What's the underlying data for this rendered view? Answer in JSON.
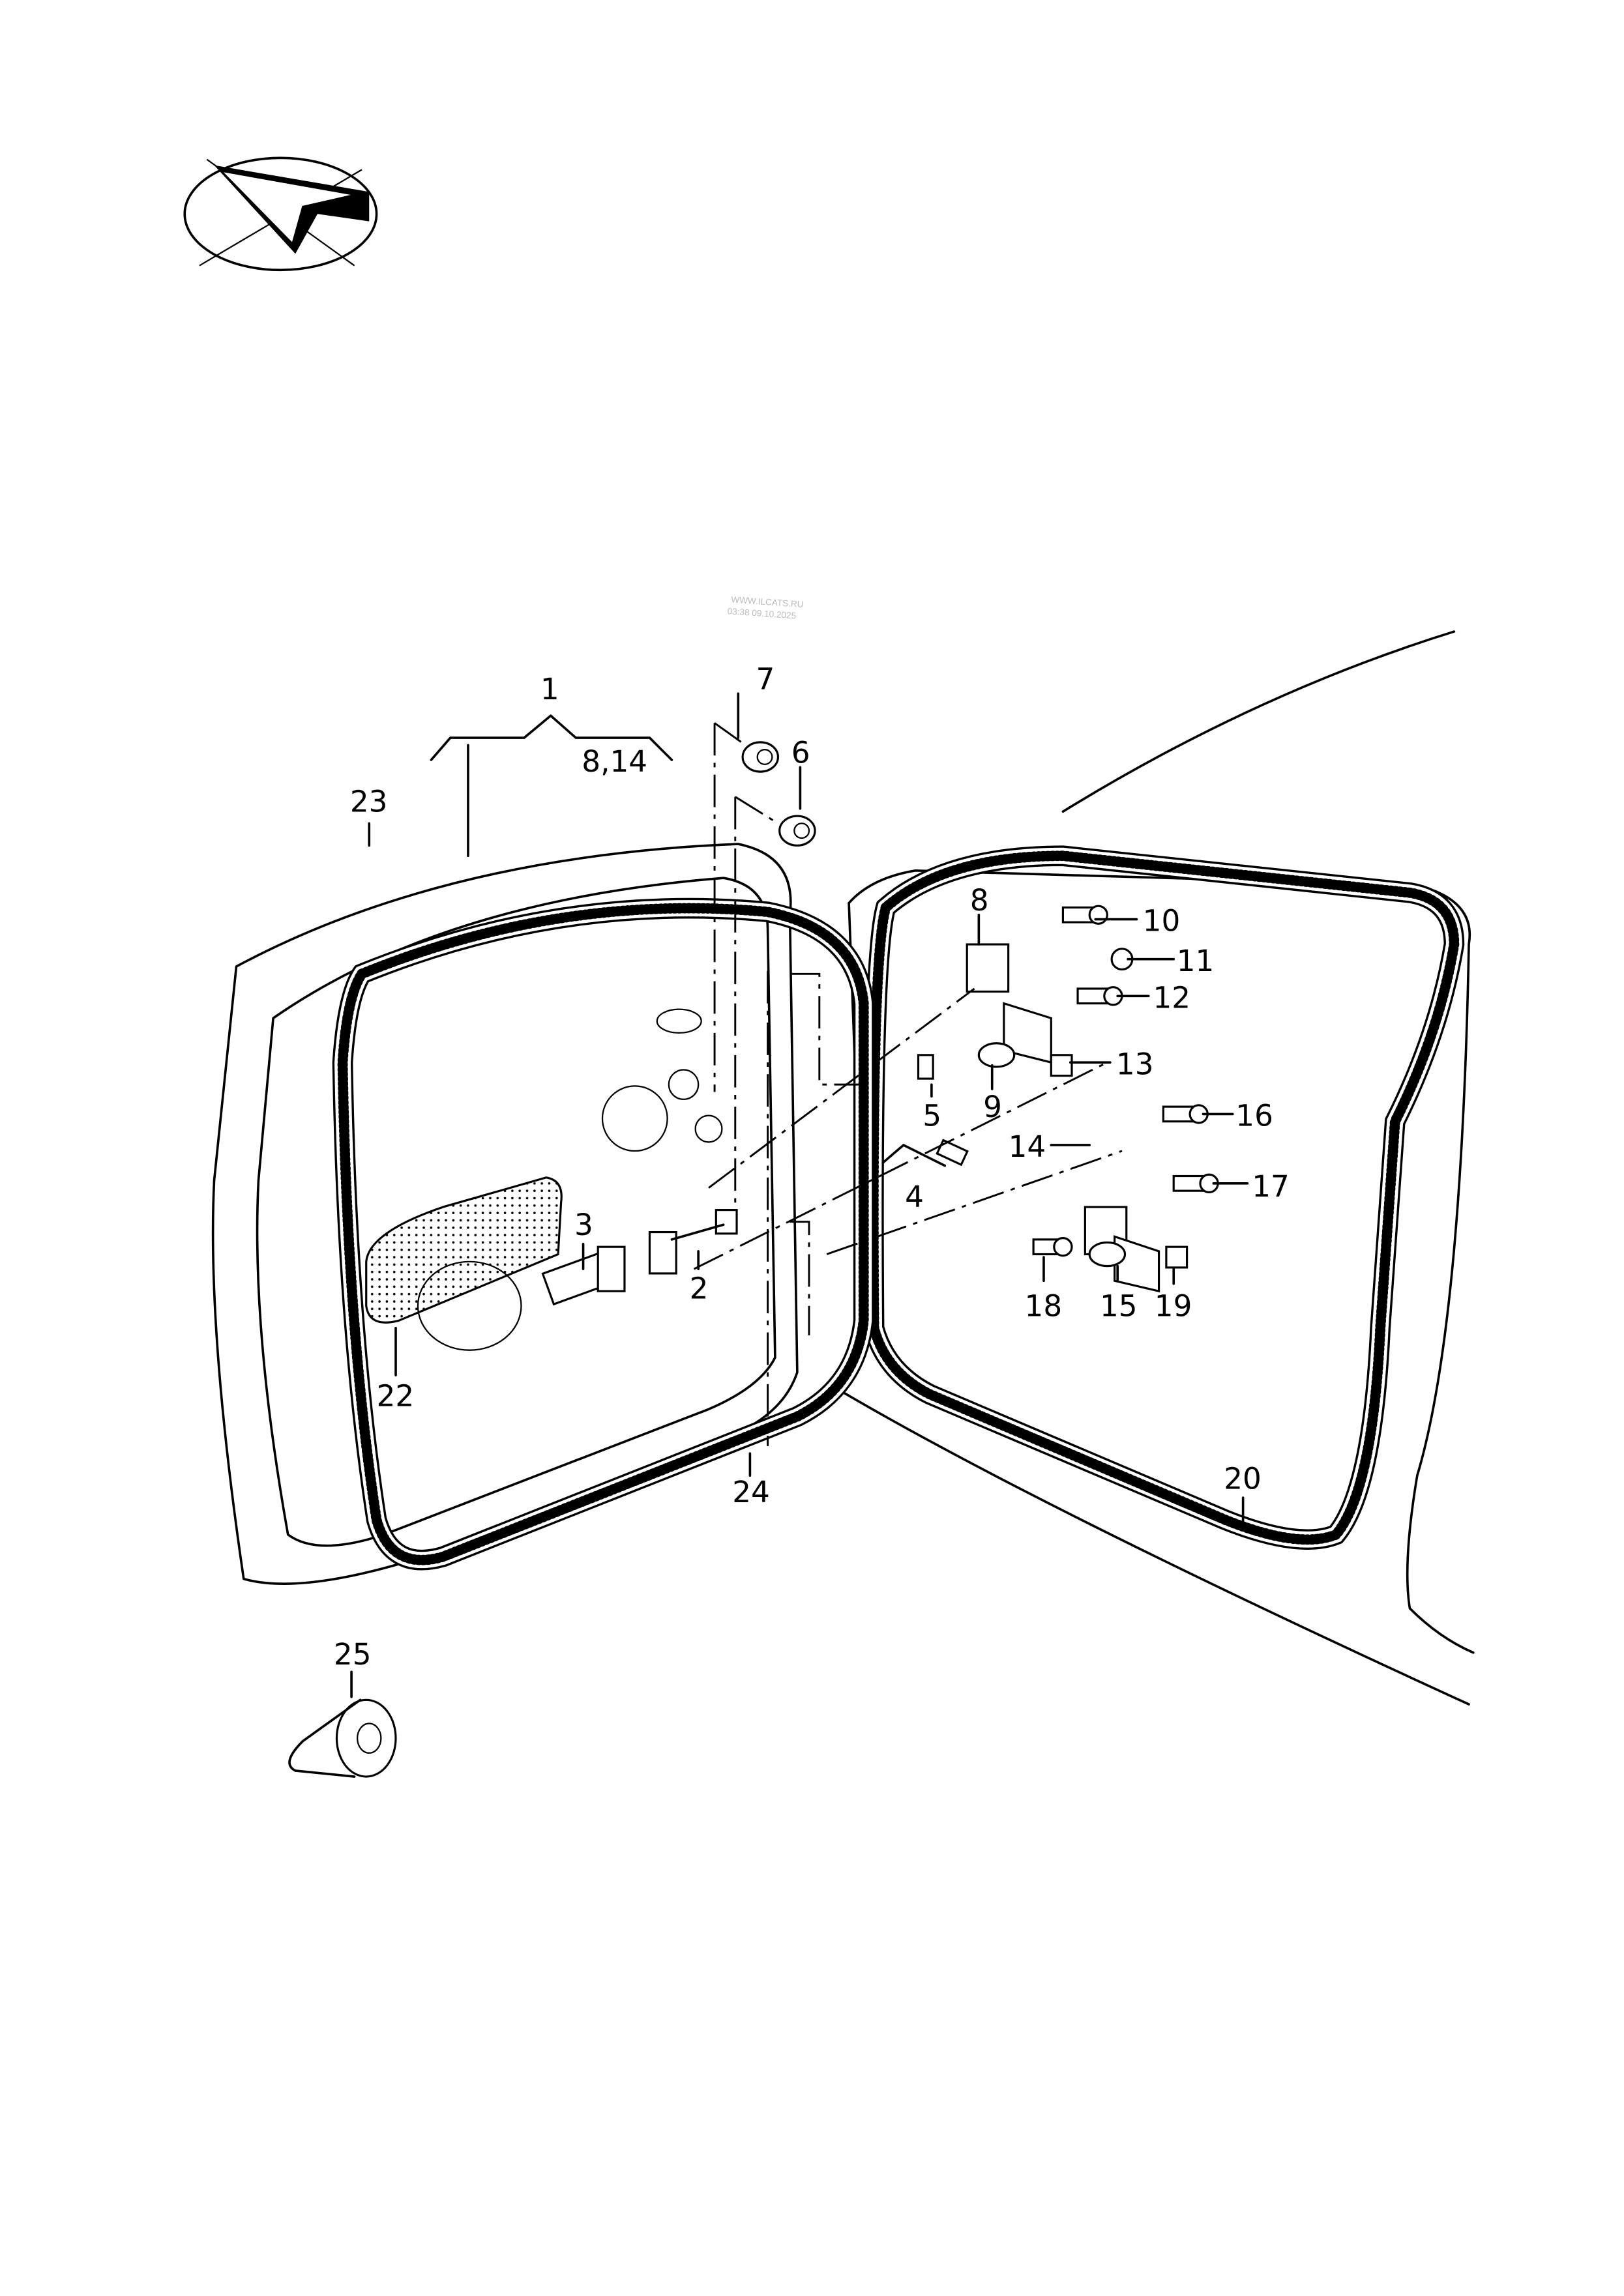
{
  "watermark": {
    "site": "WWW.ILCATS.RU",
    "timestamp": "03:38 09.10.2025"
  },
  "callouts": {
    "c1": "1",
    "c1_sub": "8,14",
    "c2": "2",
    "c3": "3",
    "c4": "4",
    "c5": "5",
    "c6": "6",
    "c7": "7",
    "c8": "8",
    "c9": "9",
    "c10": "10",
    "c11": "11",
    "c12": "12",
    "c13": "13",
    "c14": "14",
    "c15": "15",
    "c16": "16",
    "c17": "17",
    "c18": "18",
    "c19": "19",
    "c20": "20",
    "c22": "22",
    "c23": "23",
    "c24": "24",
    "c25": "25"
  }
}
